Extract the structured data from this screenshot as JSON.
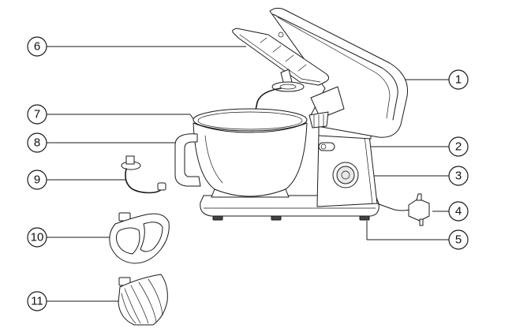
{
  "callouts": [
    {
      "id": "callout-1",
      "number": "1"
    },
    {
      "id": "callout-2",
      "number": "2"
    },
    {
      "id": "callout-3",
      "number": "3"
    },
    {
      "id": "callout-4",
      "number": "4"
    },
    {
      "id": "callout-5",
      "number": "5"
    },
    {
      "id": "callout-6",
      "number": "6"
    },
    {
      "id": "callout-7",
      "number": "7"
    },
    {
      "id": "callout-8",
      "number": "8"
    },
    {
      "id": "callout-9",
      "number": "9"
    },
    {
      "id": "callout-10",
      "number": "10"
    },
    {
      "id": "callout-11",
      "number": "11"
    }
  ],
  "colors": {
    "line": "#1a1a1a",
    "background": "#ffffff",
    "shade": "#e9e9e9"
  }
}
